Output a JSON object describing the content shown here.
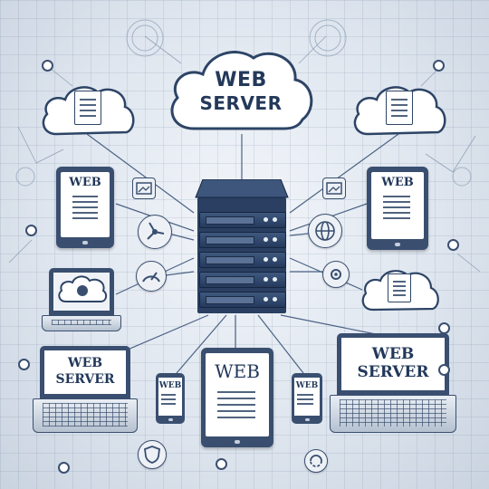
{
  "diagram": {
    "main_cloud": {
      "line1": "WEB",
      "line2": "SERVER"
    },
    "tablet_left": {
      "label": "WEB"
    },
    "tablet_right": {
      "label": "WEB"
    },
    "laptop_left": {
      "line1": "WEB",
      "line2": "SERVER"
    },
    "laptop_right": {
      "line1": "WEB",
      "line2": "SERVER"
    },
    "tablet_bottom": {
      "label": "WEB"
    },
    "phone_left": {
      "label": "WEB"
    },
    "phone_right": {
      "label": "WEB"
    }
  },
  "colors": {
    "primary": "#2d4466",
    "accent": "#3a4f70",
    "background": "#dfe6ef"
  }
}
